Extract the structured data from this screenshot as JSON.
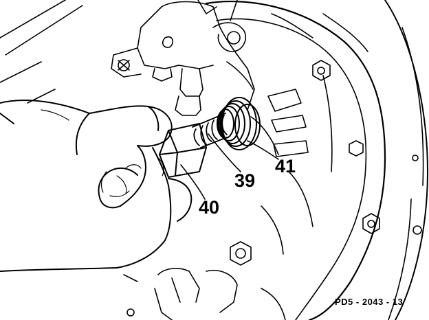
{
  "callouts": {
    "bolt": "39",
    "nut": "40",
    "bushing": "41"
  },
  "figure_code": "PD5 - 2043 - 13",
  "colors": {
    "ink": "#000000",
    "paper": "#ffffff"
  }
}
